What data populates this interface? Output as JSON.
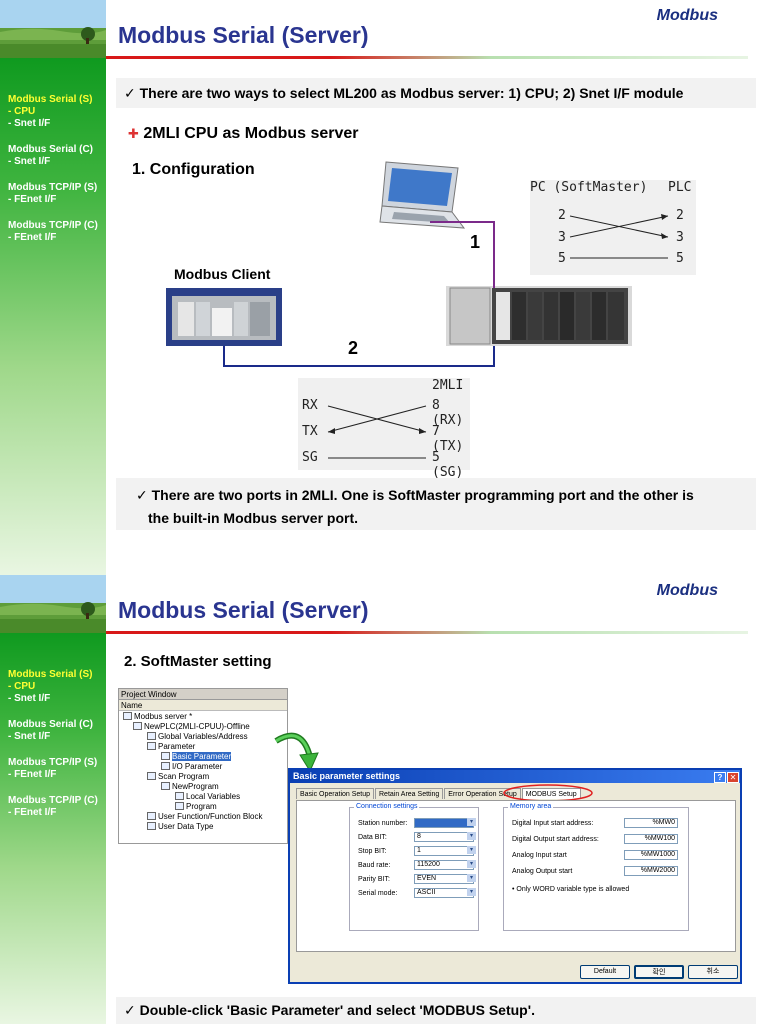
{
  "header": {
    "title": "Modbus Serial (Server)",
    "brand": "Modbus"
  },
  "sidebar": {
    "items": [
      {
        "label": "Modbus Serial (S)",
        "sub": "- CPU",
        "sub2": "- Snet I/F",
        "active": true
      },
      {
        "label": "Modbus Serial (C)",
        "sub": "- Snet I/F"
      },
      {
        "label": "Modbus TCP/IP (S)",
        "sub": "- FEnet I/F"
      },
      {
        "label": "Modbus TCP/IP (C)",
        "sub": "- FEnet I/F"
      }
    ]
  },
  "slide1": {
    "callout": "There are two ways to select ML200 as Modbus server: 1) CPU; 2) Snet I/F module",
    "section_heading": "2MLI CPU as Modbus server",
    "sub_heading": "1. Configuration",
    "client_label": "Modbus Client",
    "cable1_label": "1",
    "cable2_label": "2",
    "pc_plc_box": {
      "left_title": "PC (SoftMaster)",
      "right_title": "PLC",
      "rows": [
        [
          "2",
          "2"
        ],
        [
          "3",
          "3"
        ],
        [
          "5",
          "5"
        ]
      ]
    },
    "serial_box": {
      "title": "2MLI",
      "rows": [
        [
          "RX",
          "8 (RX)"
        ],
        [
          "TX",
          "7 (TX)"
        ],
        [
          "SG",
          "5 (SG)"
        ]
      ]
    },
    "note_line1": "There are two ports in 2MLI. One is SoftMaster programming port and the other is",
    "note_line2": "the built-in Modbus server port."
  },
  "slide2": {
    "heading": "2. SoftMaster setting",
    "project_window": {
      "title": "Project Window",
      "column": "Name",
      "nodes": [
        {
          "label": "Modbus server *",
          "depth": 0
        },
        {
          "label": "NewPLC(2MLI-CPUU)-Offline",
          "depth": 1
        },
        {
          "label": "Global Variables/Address",
          "depth": 2
        },
        {
          "label": "Parameter",
          "depth": 2
        },
        {
          "label": "Basic Parameter",
          "depth": 3,
          "selected": true
        },
        {
          "label": "I/O Parameter",
          "depth": 3
        },
        {
          "label": "Scan Program",
          "depth": 2
        },
        {
          "label": "NewProgram",
          "depth": 3
        },
        {
          "label": "Local Variables",
          "depth": 4
        },
        {
          "label": "Program",
          "depth": 4
        },
        {
          "label": "User Function/Function Block",
          "depth": 2
        },
        {
          "label": "User Data Type",
          "depth": 2
        }
      ]
    },
    "dialog": {
      "title": "Basic parameter settings",
      "tabs": [
        "Basic Operation Setup",
        "Retain Area Setting",
        "Error Operation Setup",
        "MODBUS Setup"
      ],
      "connection_group": "Connection settings",
      "connection": [
        {
          "label": "Station number:",
          "value": "1"
        },
        {
          "label": "Data BIT:",
          "value": "8"
        },
        {
          "label": "Stop BIT:",
          "value": "1"
        },
        {
          "label": "Baud rate:",
          "value": "115200"
        },
        {
          "label": "Parity BIT:",
          "value": "EVEN"
        },
        {
          "label": "Serial mode:",
          "value": "ASCII"
        }
      ],
      "memory_group": "Memory area",
      "memory": [
        {
          "label": "Digital Input start address:",
          "value": "%MW0"
        },
        {
          "label": "Digital Output start address:",
          "value": "%MW100"
        },
        {
          "label": "Analog Input start",
          "value": "%MW1000"
        },
        {
          "label": "Analog Output start",
          "value": "%MW2000"
        }
      ],
      "memory_note": "• Only WORD variable type is allowed",
      "buttons": [
        "Default",
        "확인",
        "취소"
      ]
    },
    "callout": "Double-click 'Basic Parameter' and select 'MODBUS Setup'."
  }
}
